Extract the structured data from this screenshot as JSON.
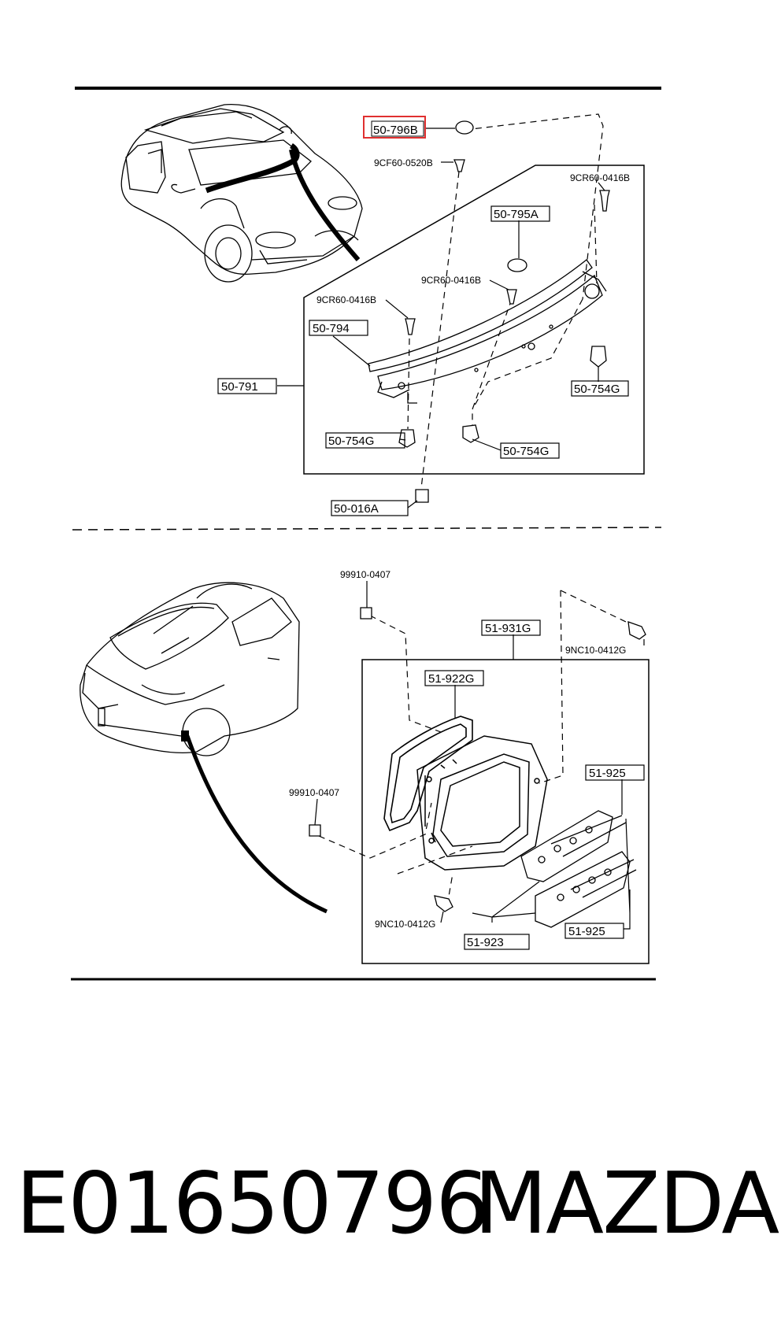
{
  "part_number": "E01650796",
  "brand": "MAZDA",
  "highlight_color": "#e03030",
  "labels": {
    "hl_50_796b": "50-796B",
    "s_9cf60_0520b": "9CF60-0520B",
    "s_9cr60_0416b_top": "9CR60-0416B",
    "p_50_795a": "50-795A",
    "s_9cr60_0416b_mid": "9CR60-0416B",
    "s_9cr60_0416b_left": "9CR60-0416B",
    "p_50_794": "50-794",
    "p_50_791": "50-791",
    "p_50_754g_right": "50-754G",
    "p_50_754g_left": "50-754G",
    "p_50_754g_mid": "50-754G",
    "p_50_016a": "50-016A",
    "s_99910_0407_top": "99910-0407",
    "p_51_931g": "51-931G",
    "s_9nc10_0412g_top": "9NC10-0412G",
    "p_51_922g": "51-922G",
    "p_51_925_top": "51-925",
    "s_99910_0407_left": "99910-0407",
    "s_9nc10_0412g_bottom": "9NC10-0412G",
    "p_51_923": "51-923",
    "p_51_925_bottom": "51-925"
  }
}
